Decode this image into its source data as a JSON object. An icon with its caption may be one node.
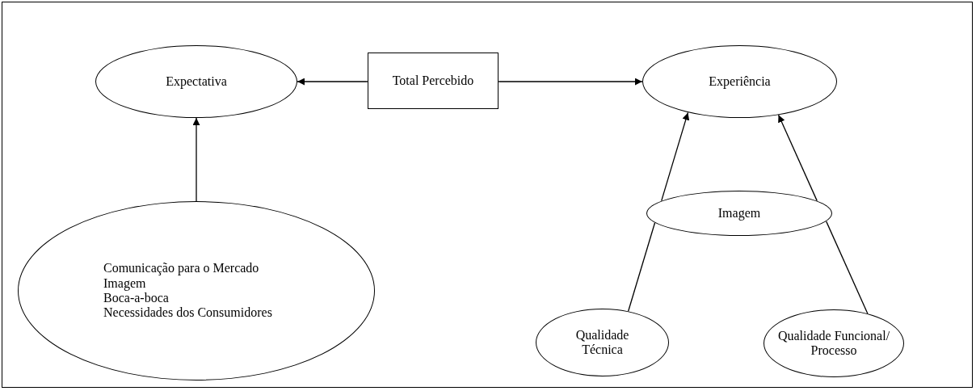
{
  "diagram": {
    "nodes": [
      {
        "text": [
          "Expectativa"
        ]
      },
      {
        "text": [
          "Total Percebido"
        ]
      },
      {
        "text": [
          "Experiência"
        ]
      },
      {
        "text": [
          "Comunicação para o Mercado",
          "Imagem",
          "Boca-a-boca",
          "Necessidades dos Consumidores"
        ]
      },
      {
        "text": [
          "Imagem"
        ]
      },
      {
        "text": [
          "Qualidade Técnica"
        ]
      },
      {
        "text": [
          "Qualidade Funcional/ Processo"
        ]
      }
    ],
    "edges": [
      {
        "from": 1,
        "to": 0,
        "arrow": "to"
      },
      {
        "from": 1,
        "to": 2,
        "arrow": "to"
      },
      {
        "from": 3,
        "to": 0,
        "arrow": "to"
      },
      {
        "from": 5,
        "to": 4,
        "arrow": "none"
      },
      {
        "from": 4,
        "to": 2,
        "arrow": "to"
      },
      {
        "from": 6,
        "to": 4,
        "arrow": "none"
      },
      {
        "from": 4,
        "to": 2,
        "arrow": "to"
      }
    ]
  }
}
